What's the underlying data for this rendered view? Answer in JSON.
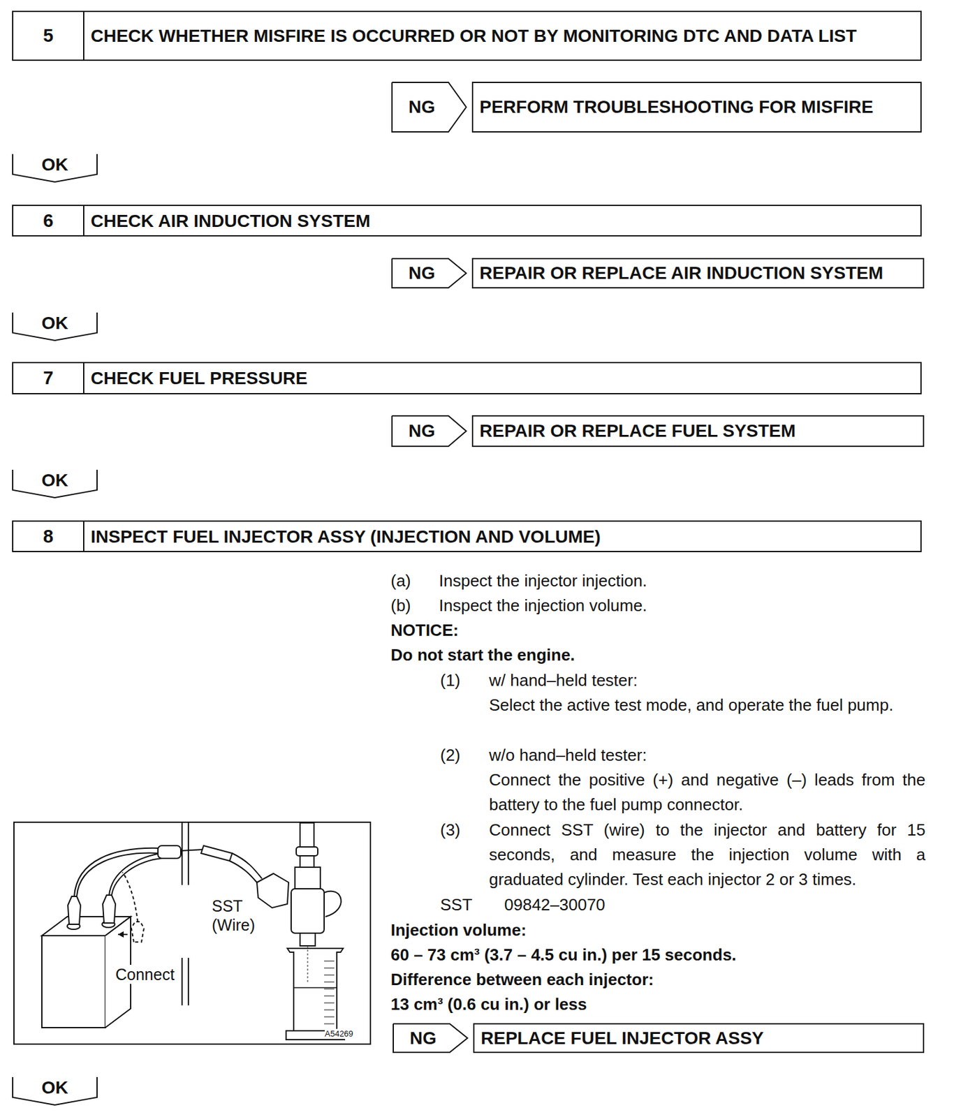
{
  "diagram": {
    "nodes": [
      {
        "text": [
          "5",
          "CHECK WHETHER MISFIRE IS OCCURRED OR NOT BY MONITORING DTC AND DATA LIST"
        ]
      },
      {
        "text": [
          "NG"
        ]
      },
      {
        "text": [
          "PERFORM TROUBLESHOOTING FOR MISFIRE"
        ]
      },
      {
        "text": [
          "OK"
        ]
      },
      {
        "text": [
          "6",
          "CHECK AIR INDUCTION SYSTEM"
        ]
      },
      {
        "text": [
          "NG"
        ]
      },
      {
        "text": [
          "REPAIR OR REPLACE AIR INDUCTION SYSTEM"
        ]
      },
      {
        "text": [
          "OK"
        ]
      },
      {
        "text": [
          "7",
          "CHECK FUEL PRESSURE"
        ]
      },
      {
        "text": [
          "NG"
        ]
      },
      {
        "text": [
          "REPAIR OR REPLACE FUEL SYSTEM"
        ]
      },
      {
        "text": [
          "OK"
        ]
      },
      {
        "text": [
          "8",
          "INSPECT FUEL INJECTOR ASSY (INJECTION AND VOLUME)"
        ]
      },
      {
        "text": [
          "NG"
        ]
      },
      {
        "text": [
          "REPLACE FUEL INJECTOR ASSY"
        ]
      },
      {
        "text": [
          "OK"
        ]
      }
    ],
    "labels": [
      "(a)",
      "Inspect the injector injection.",
      "(b)",
      "Inspect the injection volume.",
      "NOTICE:",
      "Do not start the engine.",
      "(1)",
      "w/ hand–held tester:",
      "Select the active test mode, and operate the fuel pump.",
      "(2)",
      "w/o hand–held tester:",
      "Connect the positive (+) and negative (–) leads from the battery to the fuel pump connector.",
      "(3)",
      "Connect SST (wire) to the injector and battery for 15 seconds, and measure the injection volume with a graduated cylinder. Test each injector 2 or 3 times.",
      "SST",
      "09842–30070",
      "Injection volume:",
      "60 – 73 cm³ (3.7 – 4.5 cu in.) per 15 seconds.",
      "Difference between each injector:",
      "13 cm³ (0.6 cu in.) or less",
      "SST (Wire)",
      "Connect",
      "A54269"
    ]
  }
}
